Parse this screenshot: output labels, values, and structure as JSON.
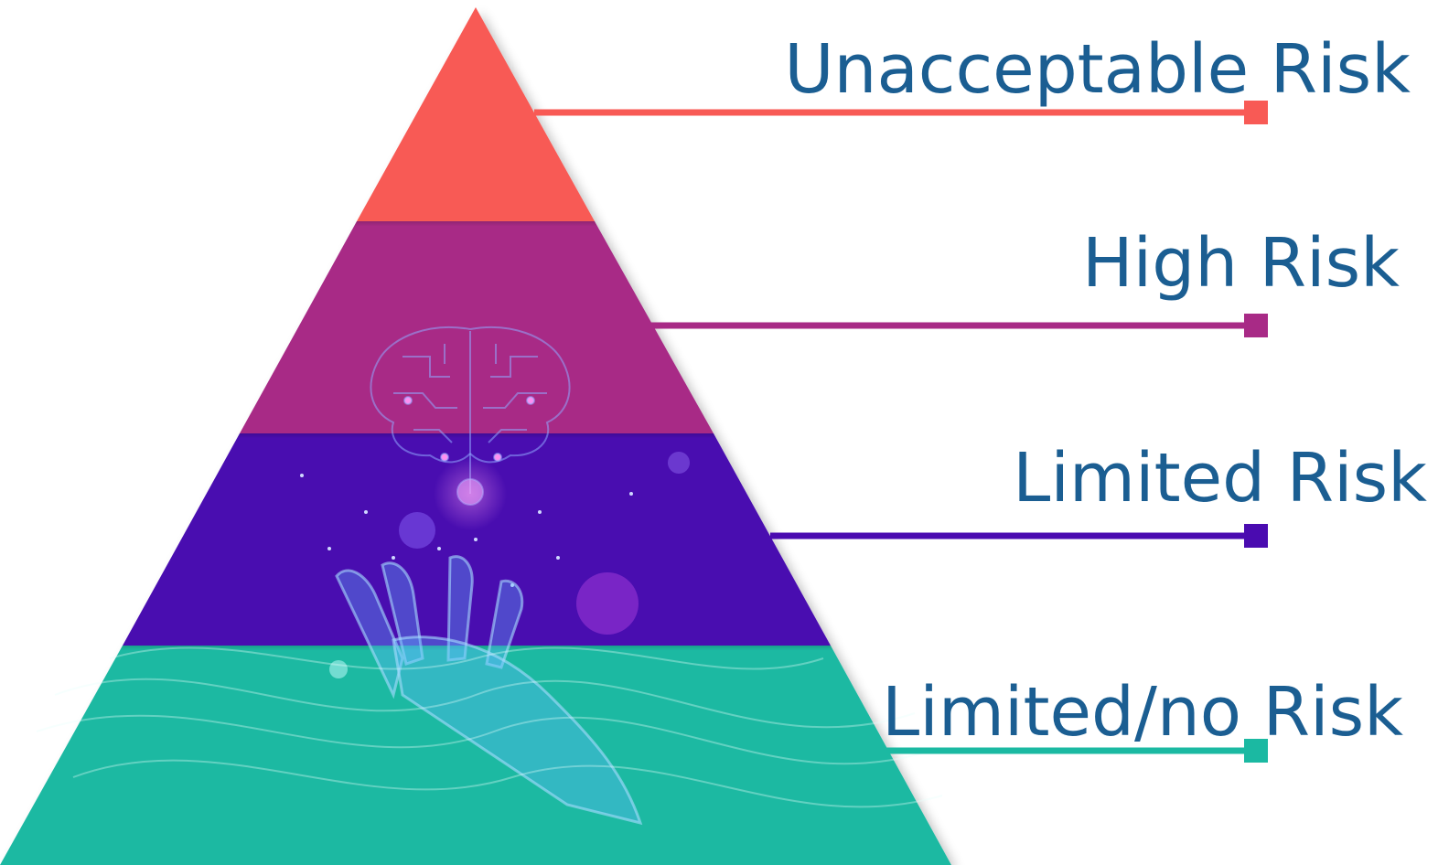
{
  "tiers": [
    {
      "label": "Unacceptable Risk",
      "color": "#f85a55"
    },
    {
      "label": "High Risk",
      "color": "#a82a86"
    },
    {
      "label": "Limited Risk",
      "color": "#4a0bb0"
    },
    {
      "label": "Limited/no Risk",
      "color": "#1bb9a2"
    }
  ],
  "label_color": "#1b5e92",
  "illustration": {
    "icons": [
      "circuit-brain-icon",
      "glowing-hand-icon"
    ]
  }
}
